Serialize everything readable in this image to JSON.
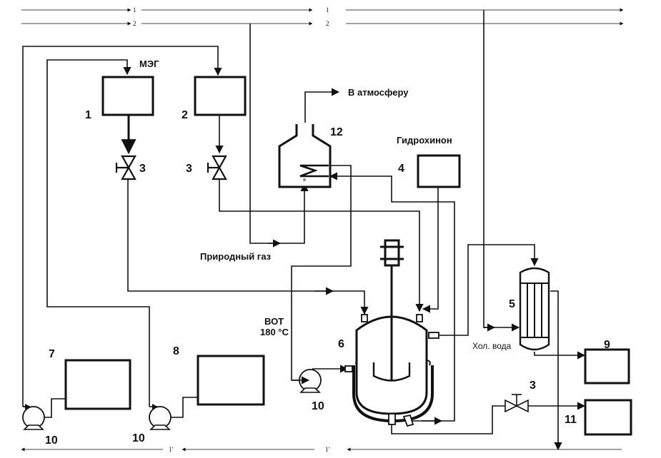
{
  "diagram": {
    "type": "process-flow-scheme",
    "stream_labels": {
      "line1": "1",
      "line2": "2",
      "return_line": "1'"
    },
    "equipment": [
      {
        "id": "1",
        "label": "1",
        "description": "tank-1"
      },
      {
        "id": "2",
        "label": "2",
        "description": "tank-2"
      },
      {
        "id": "3",
        "label": "3",
        "description": "valve"
      },
      {
        "id": "4",
        "label": "4",
        "description": "hydroquinone-tank"
      },
      {
        "id": "5",
        "label": "5",
        "description": "condenser"
      },
      {
        "id": "6",
        "label": "6",
        "description": "reactor"
      },
      {
        "id": "7",
        "label": "7",
        "description": "tank-7"
      },
      {
        "id": "8",
        "label": "8",
        "description": "tank-8"
      },
      {
        "id": "9",
        "label": "9",
        "description": "receiver-9"
      },
      {
        "id": "10",
        "label": "10",
        "description": "pump"
      },
      {
        "id": "11",
        "label": "11",
        "description": "receiver-11"
      },
      {
        "id": "12",
        "label": "12",
        "description": "furnace"
      }
    ],
    "texts": {
      "meg": "МЭГ",
      "atmosphere": "В атмосферу",
      "hydroquinone": "Гидрохинон",
      "natural_gas": "Природный газ",
      "vot": "ВОТ",
      "vot_temp": "180 °C",
      "cold_water": "Хол. вода"
    }
  }
}
